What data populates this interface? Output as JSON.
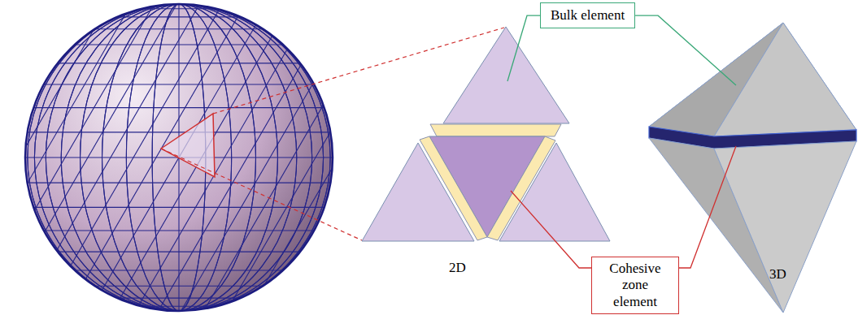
{
  "diagram": {
    "nodes": [
      {
        "text": [
          "Bulk element"
        ]
      },
      {
        "text": [
          "Cohesive zone element"
        ]
      }
    ],
    "labels": [
      "2D",
      "3D"
    ]
  }
}
